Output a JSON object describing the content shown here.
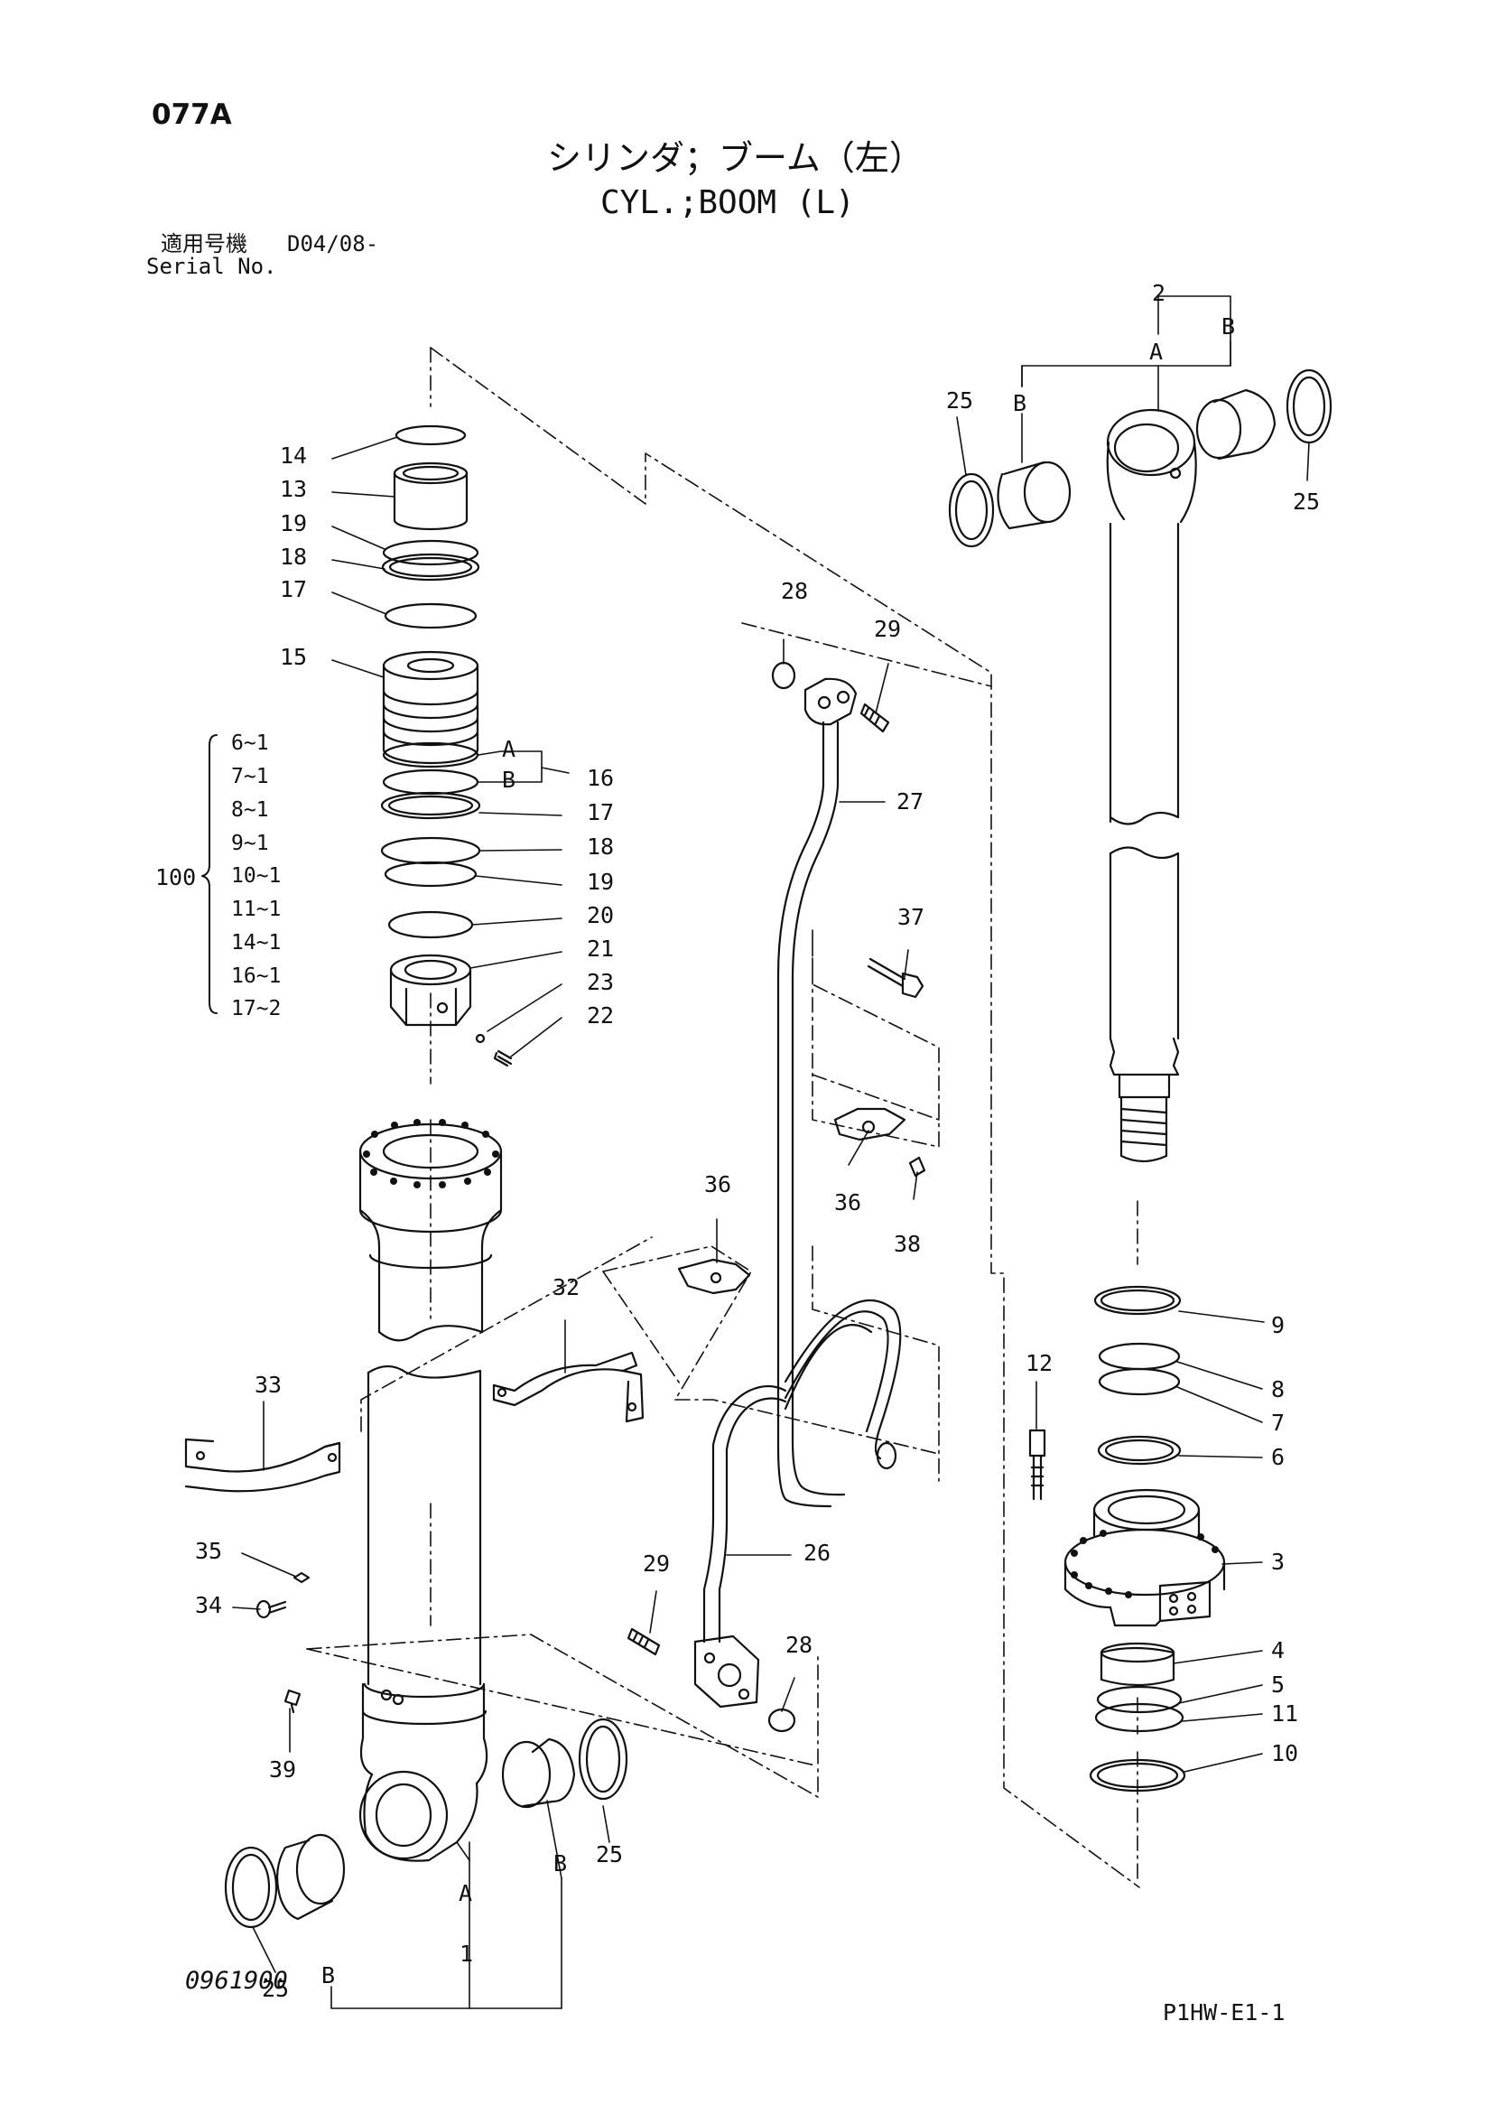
{
  "header": {
    "page_code": "077A",
    "title_jp": "シリンダ；ブーム（左）",
    "title_en": "CYL.;BOOM (L)",
    "serial_label_jp": "適用号機",
    "serial_value": "D04/08-",
    "serial_label_en": "Serial No."
  },
  "footer": {
    "drawing_number": "0961900",
    "figure_code": "P1HW-E1-1"
  },
  "kit": {
    "number": "100",
    "members": [
      "6~1",
      "7~1",
      "8~1",
      "9~1",
      "10~1",
      "11~1",
      "14~1",
      "16~1",
      "17~2"
    ]
  },
  "callouts": [
    {
      "id": "c14",
      "text": "14"
    },
    {
      "id": "c13",
      "text": "13"
    },
    {
      "id": "c19a",
      "text": "19"
    },
    {
      "id": "c18a",
      "text": "18"
    },
    {
      "id": "c17a",
      "text": "17"
    },
    {
      "id": "c15",
      "text": "15"
    },
    {
      "id": "cA1",
      "text": "A"
    },
    {
      "id": "cB1",
      "text": "B"
    },
    {
      "id": "c16",
      "text": "16"
    },
    {
      "id": "c17b",
      "text": "17"
    },
    {
      "id": "c18b",
      "text": "18"
    },
    {
      "id": "c19b",
      "text": "19"
    },
    {
      "id": "c20",
      "text": "20"
    },
    {
      "id": "c21",
      "text": "21"
    },
    {
      "id": "c23",
      "text": "23"
    },
    {
      "id": "c22",
      "text": "22"
    },
    {
      "id": "c28a",
      "text": "28"
    },
    {
      "id": "c29a",
      "text": "29"
    },
    {
      "id": "c27",
      "text": "27"
    },
    {
      "id": "c37",
      "text": "37"
    },
    {
      "id": "c36a",
      "text": "36"
    },
    {
      "id": "c38",
      "text": "38"
    },
    {
      "id": "c36b",
      "text": "36"
    },
    {
      "id": "c32",
      "text": "32"
    },
    {
      "id": "c33",
      "text": "33"
    },
    {
      "id": "c35",
      "text": "35"
    },
    {
      "id": "c34",
      "text": "34"
    },
    {
      "id": "c29b",
      "text": "29"
    },
    {
      "id": "c26",
      "text": "26"
    },
    {
      "id": "c28b",
      "text": "28"
    },
    {
      "id": "c39",
      "text": "39"
    },
    {
      "id": "c25a",
      "text": "25"
    },
    {
      "id": "cBl",
      "text": "B"
    },
    {
      "id": "cAl",
      "text": "A"
    },
    {
      "id": "c1",
      "text": "1"
    },
    {
      "id": "cBr",
      "text": "B"
    },
    {
      "id": "c25b",
      "text": "25"
    },
    {
      "id": "c2",
      "text": "2"
    },
    {
      "id": "cBtop",
      "text": "B"
    },
    {
      "id": "cAtop",
      "text": "A"
    },
    {
      "id": "c25c",
      "text": "25"
    },
    {
      "id": "cBtl",
      "text": "B"
    },
    {
      "id": "c25d",
      "text": "25"
    },
    {
      "id": "c9",
      "text": "9"
    },
    {
      "id": "c12",
      "text": "12"
    },
    {
      "id": "c8",
      "text": "8"
    },
    {
      "id": "c7",
      "text": "7"
    },
    {
      "id": "c6",
      "text": "6"
    },
    {
      "id": "c3",
      "text": "3"
    },
    {
      "id": "c4",
      "text": "4"
    },
    {
      "id": "c5",
      "text": "5"
    },
    {
      "id": "c11",
      "text": "11"
    },
    {
      "id": "c10",
      "text": "10"
    }
  ]
}
